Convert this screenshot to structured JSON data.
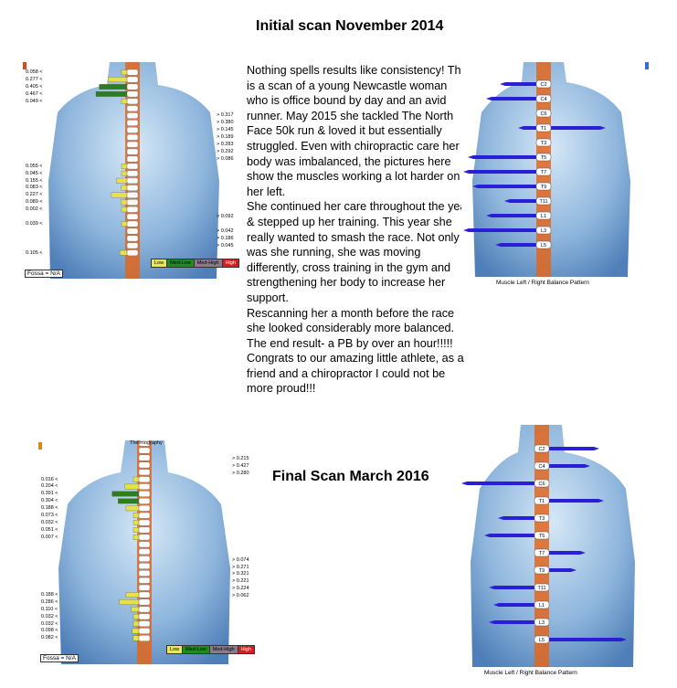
{
  "titles": {
    "initial": "Initial scan November 2014",
    "final": "Final Scan March 2016"
  },
  "story": [
    "Nothing spells results like consistency! This is a scan of a young Newcastle woman who is office bound by day and an avid runner. May 2015 she tackled The North Face 50k run & loved it but essentially struggled. Even with chiropractic care her body was imbalanced, the pictures here show the muscles working a lot harder on her left.",
    "She continued her care throughout the year & stepped up her training. This year she really wanted to smash the race. Not only was she running, she was moving differently, cross training in the gym and strengthening her body to increase her support.",
    "Rescanning her a month before the race she looked considerably more balanced. The end result- a PB by over an hour!!!!! Congrats to our amazing little athlete, as a friend and a chiropractor I could not be more proud!!!"
  ],
  "thermo_initial": {
    "left_values": [
      "0.058 <",
      "0.277 <",
      "0.405 <",
      "0.467 <",
      "0.049 <",
      "",
      "",
      "",
      "",
      "",
      "",
      "",
      "",
      "0.055 <",
      "0.045 <",
      "0.155 <",
      "0.083 <",
      "0.227 <",
      "0.089 <",
      "0.002 <",
      "",
      "0.039 <",
      "",
      "",
      "",
      "0.105 <"
    ],
    "right_values": [
      "",
      "",
      "",
      "",
      "",
      "",
      "> 0.317",
      "> 0.380",
      "> 0.145",
      "> 0.189",
      "> 0.283",
      "> 0.292",
      "> 0.086",
      "",
      "",
      "",
      "",
      "",
      "",
      "",
      "> 0.092",
      "",
      "> 0.042",
      "> 0.186",
      "> 0.045",
      ""
    ],
    "legend": [
      "Low",
      "Med-Low",
      "Med-High",
      "High"
    ],
    "fossa": "Fossa = N/A"
  },
  "thermo_final": {
    "header": "Thermography",
    "left_values": [
      "",
      "",
      "",
      "",
      "",
      "0.016 <",
      "0.204 <",
      "0.391 <",
      "0.304 <",
      "0.188 <",
      "0.073 <",
      "0.032 <",
      "0.051 <",
      "0.007 <",
      "",
      "",
      "",
      "",
      "",
      "",
      "",
      "0.188 <",
      "0.286 <",
      "0.110 <",
      "0.032 <",
      "0.032 <",
      "0.098 <",
      "0.082 <"
    ],
    "right_values": [
      "> 0.215",
      "> 0.427",
      "> 0.280",
      "",
      "",
      "",
      "",
      "",
      "",
      "",
      "",
      "",
      "",
      "",
      "> 0.074",
      "> 0.271",
      "> 0.321",
      "> 0.221",
      "> 0.224",
      "> 0.062",
      "",
      "",
      "",
      "",
      "",
      "",
      "",
      ""
    ],
    "legend": [
      "Low",
      "Med-Low",
      "Med-High",
      "High"
    ],
    "fossa": "Fossa = N/A"
  },
  "emg_initial": {
    "caption": "Muscle Left / Right Balance Pattern",
    "vertebra_labels": [
      "C2",
      "C4",
      "C6",
      "T1",
      "T3",
      "T5",
      "T7",
      "T9",
      "T11",
      "L1",
      "L3",
      "L5"
    ]
  },
  "emg_final": {
    "caption": "Muscle Left / Right Balance Pattern",
    "vertebra_labels": [
      "C2",
      "C4",
      "C6",
      "T1",
      "T3",
      "T5",
      "T7",
      "T9",
      "T11",
      "L1",
      "L3",
      "L5"
    ]
  },
  "colors": {
    "background": "#ffffff",
    "body_blue": "#8fb6dc",
    "spine_orange": "#e2661e",
    "bar_yellow": "#e6e04a",
    "bar_green": "#2e7d1e",
    "emg_arrow": "#2b1fd6",
    "legend_low": "#e8e85a",
    "legend_medlow": "#1e8c1e",
    "legend_medhigh": "#8a7a8a",
    "legend_high": "#d81e1e"
  }
}
